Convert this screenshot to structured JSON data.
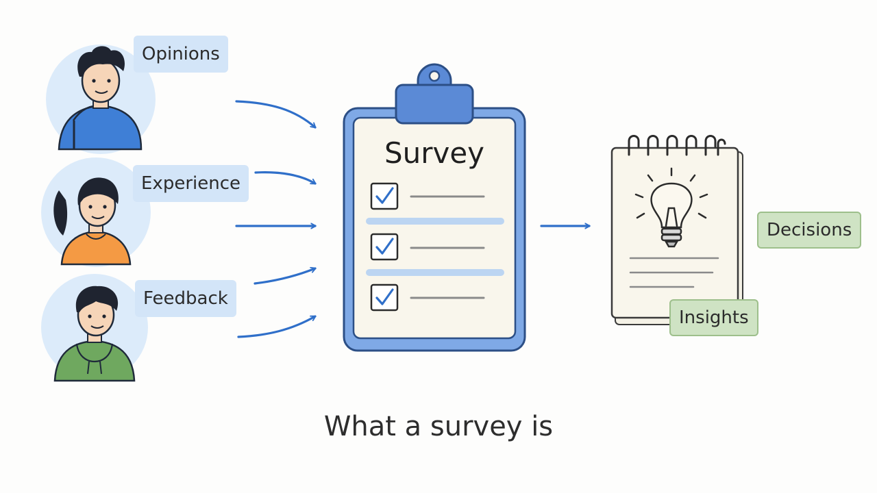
{
  "inputs": [
    {
      "label": "Opinions",
      "shirt_color": "#3f7fd6"
    },
    {
      "label": "Experience",
      "shirt_color": "#f49a44"
    },
    {
      "label": "Feedback",
      "shirt_color": "#6fa85f"
    }
  ],
  "survey": {
    "title": "Survey",
    "checked_items": 3
  },
  "outputs": {
    "decisions": "Decisions",
    "insights": "Insights"
  },
  "caption": "What a survey is",
  "colors": {
    "arrow": "#2f6fc9",
    "clipboard_frame": "#6c9be0",
    "clipboard_paper": "#f9f6ec",
    "tag_blue": "#d3e5f8",
    "tag_green": "#cfe3c4",
    "avatar_bg": "#dcebfa"
  },
  "icons": [
    "person-avatar",
    "clipboard-icon",
    "checkbox-icon",
    "notepad-icon",
    "lightbulb-icon",
    "arrow-icon"
  ]
}
